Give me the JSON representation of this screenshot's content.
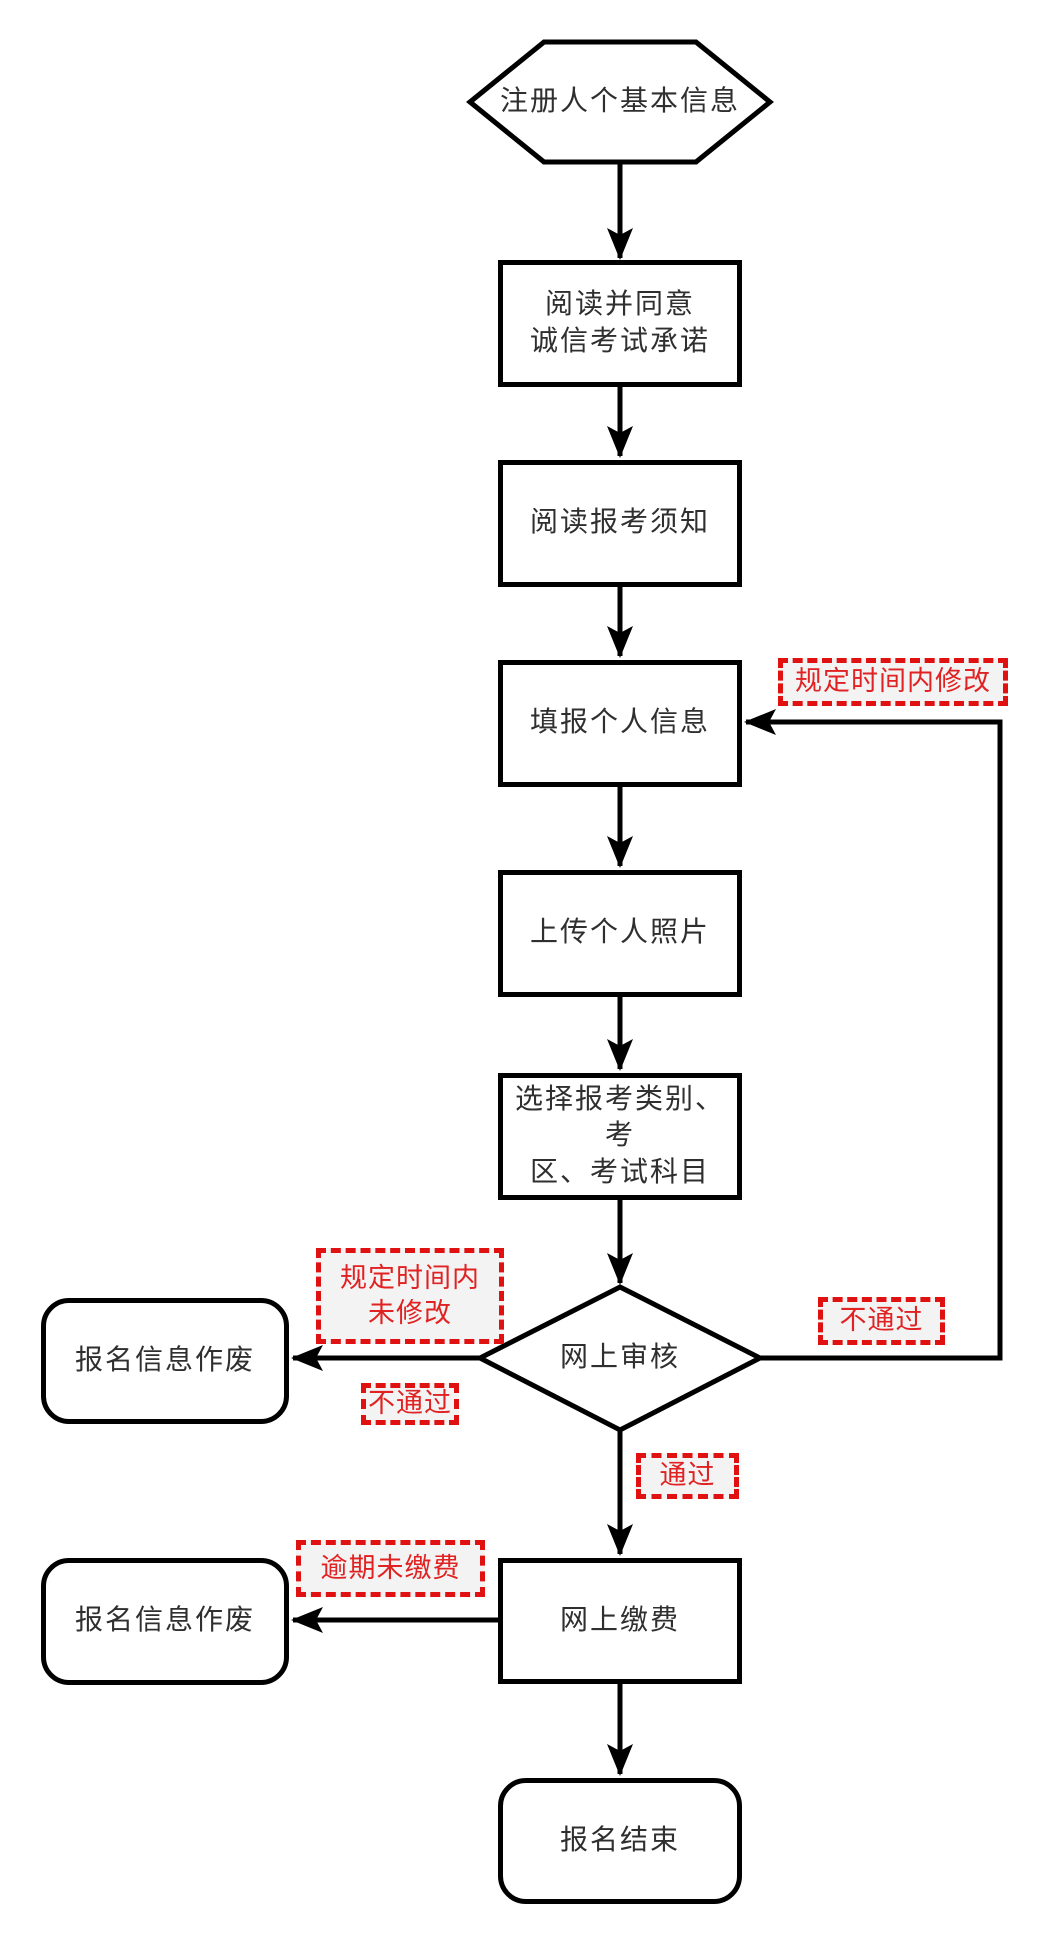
{
  "diagram": {
    "nodes": {
      "start": {
        "label": "注册人个基本信息"
      },
      "agree": {
        "line1": "阅读并同意",
        "line2": "诚信考试承诺"
      },
      "notice": {
        "label": "阅读报考须知"
      },
      "fill_info": {
        "label": "填报个人信息"
      },
      "upload_photo": {
        "label": "上传个人照片"
      },
      "select_category": {
        "line1": "选择报考类别、考",
        "line2": "区、考试科目"
      },
      "review": {
        "label": "网上审核"
      },
      "pay": {
        "label": "网上缴费"
      },
      "void_review": {
        "label": "报名信息作废"
      },
      "void_pay": {
        "label": "报名信息作废"
      },
      "end": {
        "label": "报名结束"
      }
    },
    "edge_labels": {
      "modify_in_time": "规定时间内修改",
      "no_modify_line1": "规定时间内",
      "no_modify_line2": "未修改",
      "fail_to_void": "不通过",
      "fail_to_modify": "不通过",
      "pass": "通过",
      "overdue_unpaid": "逾期未缴费"
    },
    "colors": {
      "line": "#000000",
      "red_accent": "#e01111",
      "label_background": "#f3f3f3",
      "text": "#2f2f2f"
    }
  }
}
